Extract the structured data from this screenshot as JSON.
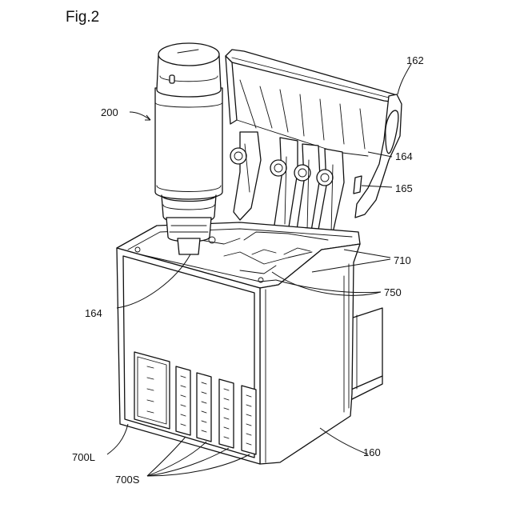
{
  "figure": {
    "title": "Fig.2"
  },
  "labels": {
    "l200": "200",
    "l162": "162",
    "l164_top": "164",
    "l165": "165",
    "l710": "710",
    "l750": "750",
    "l164_left": "164",
    "l160": "160",
    "l700L": "700L",
    "l700S": "700S"
  },
  "colors": {
    "line": "#111111",
    "background": "#ffffff"
  }
}
